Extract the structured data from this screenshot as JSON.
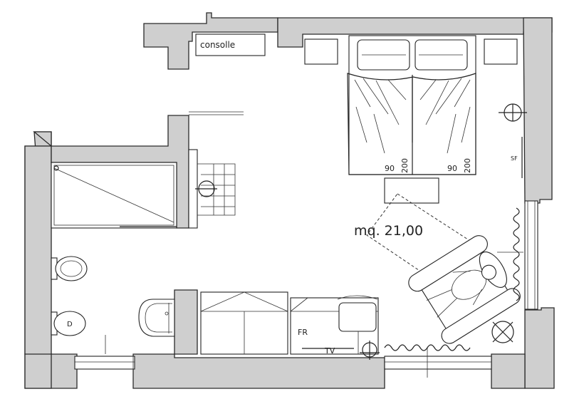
{
  "plan": {
    "area_label": "mq. 21,00",
    "consolle_label": "consolle",
    "bed_left_size_w": "90",
    "bed_left_size_l": "200",
    "bed_right_size_w": "90",
    "bed_right_size_l": "200",
    "fridge_label": "FR",
    "tv_label": "TV",
    "switch_label": "SF"
  }
}
